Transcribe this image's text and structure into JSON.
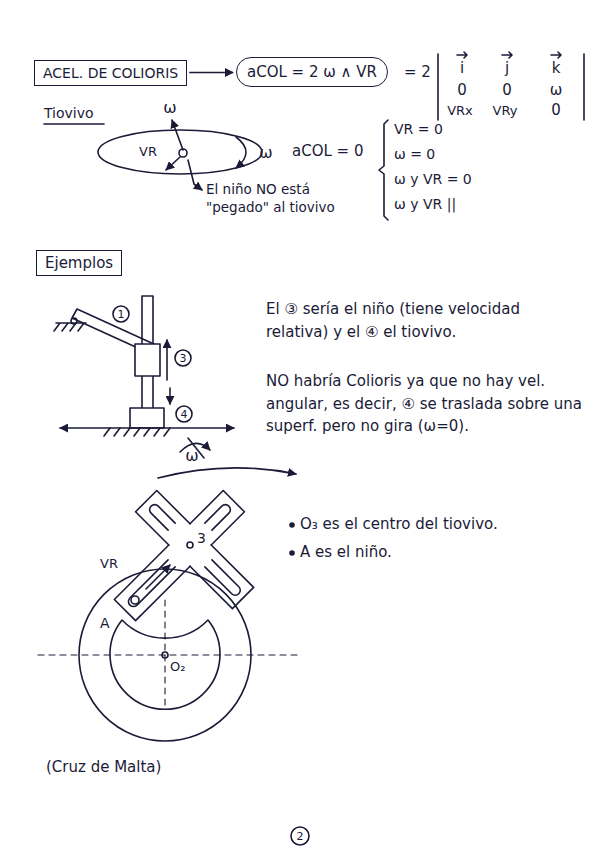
{
  "diagram": {
    "nodes": [
      {
        "text": [
          "ACEL. DE COLIORIS"
        ]
      },
      {
        "text": [
          "aCOL = 2 ω ∧ VR"
        ]
      },
      {
        "text": [
          "Ejemplos"
        ]
      }
    ],
    "edges": [
      {
        "from": 0,
        "to": 1,
        "arrow": "to"
      }
    ],
    "labels": [
      "= 2",
      "i",
      "j",
      "k",
      "0",
      "0",
      "ω",
      "VRx",
      "VRy",
      "0",
      "Tiovivo",
      "ω",
      "ω",
      "VR",
      "El niño NO está \"pegado\" al tiovivo",
      "aCOL = 0",
      "VR = 0",
      "ω = 0",
      "ω y VR = 0",
      "ω y VR ||",
      "1",
      "3",
      "4",
      "El ③ sería el niño (tiene velocidad relativa) y el ④ el tiovivo.",
      "NO habría Colioris ya que no hay vel. angular, es decir, ④ se traslada sobre una superf. pero no gira (ω=0).",
      "ω",
      "VR",
      "3",
      "A",
      "O₂",
      "O₃ es el centro del tiovivo.",
      "A es el niño.",
      "(Cruz de Malta)",
      "2"
    ]
  }
}
